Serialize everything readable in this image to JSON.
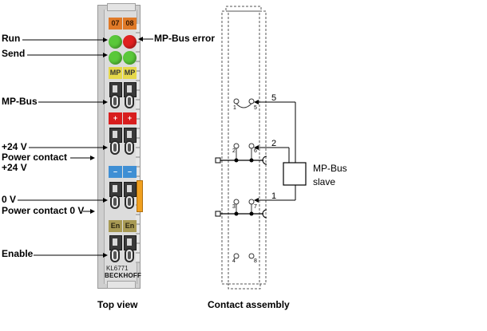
{
  "left_labels": {
    "run": "Run",
    "send": "Send",
    "mp_bus": "MP-Bus",
    "plus24": "+24 V",
    "power_contact": "Power contact",
    "plus24b": "+24 V",
    "zero_v": "0 V",
    "power_contact_0v": "Power contact 0 V",
    "enable": "Enable"
  },
  "right_label": "MP-Bus error",
  "terminal": {
    "header_left": "07",
    "header_right": "08",
    "mp_left": "MP",
    "mp_right": "MP",
    "plus_left": "+",
    "plus_right": "+",
    "minus_left": "–",
    "minus_right": "–",
    "en_left": "En",
    "en_right": "En",
    "model": "KL6771",
    "brand": "BECKHOFF"
  },
  "contact_numbers": {
    "n1": "1",
    "n5": "5",
    "n2": "2",
    "n6": "6",
    "n3": "3",
    "n7": "7",
    "n4": "4",
    "n8": "8"
  },
  "slave": {
    "pin5": "5",
    "pin2": "2",
    "pin1": "1",
    "label_line1": "MP-Bus",
    "label_line2": "slave"
  },
  "captions": {
    "top_view": "Top view",
    "contact_assembly": "Contact assembly"
  },
  "colors": {
    "led_red": "#e02020",
    "led_green": "#5ac83a",
    "header_orange": "#e07a28",
    "mp_yellow": "#e6d84a",
    "plus_red": "#d81e1e",
    "minus_blue": "#3f8fd4",
    "en_olive": "#a89a54",
    "housing": "#c9c9c9"
  }
}
